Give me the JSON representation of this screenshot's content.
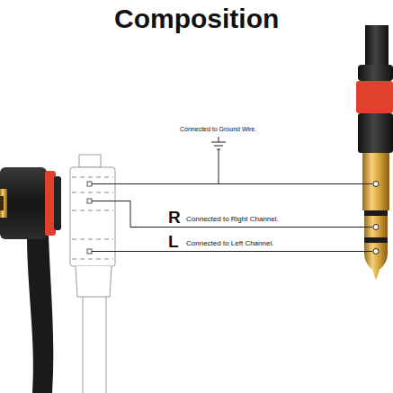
{
  "diagram": {
    "title": "Composition",
    "labels": [
      "Connected to Ground Wire.",
      "R",
      "Connected to Right Channel.",
      "L",
      "Connected to Left Channel."
    ]
  }
}
